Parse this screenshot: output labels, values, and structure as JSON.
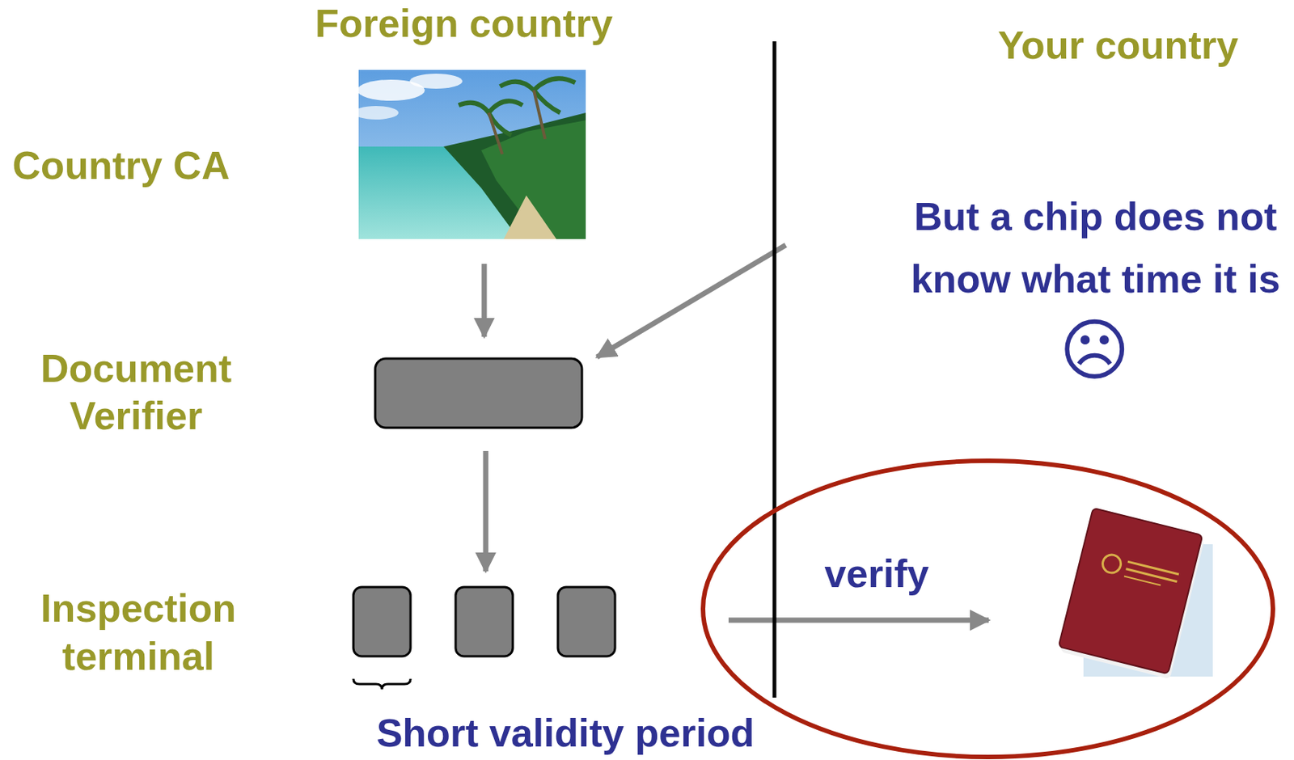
{
  "diagram": {
    "labels": [
      "Foreign country",
      "Your country",
      "Country CA",
      "Document Verifier",
      "Inspection terminal",
      "But a chip does not know what time it is",
      "☹",
      "verify",
      "Short validity period"
    ]
  }
}
